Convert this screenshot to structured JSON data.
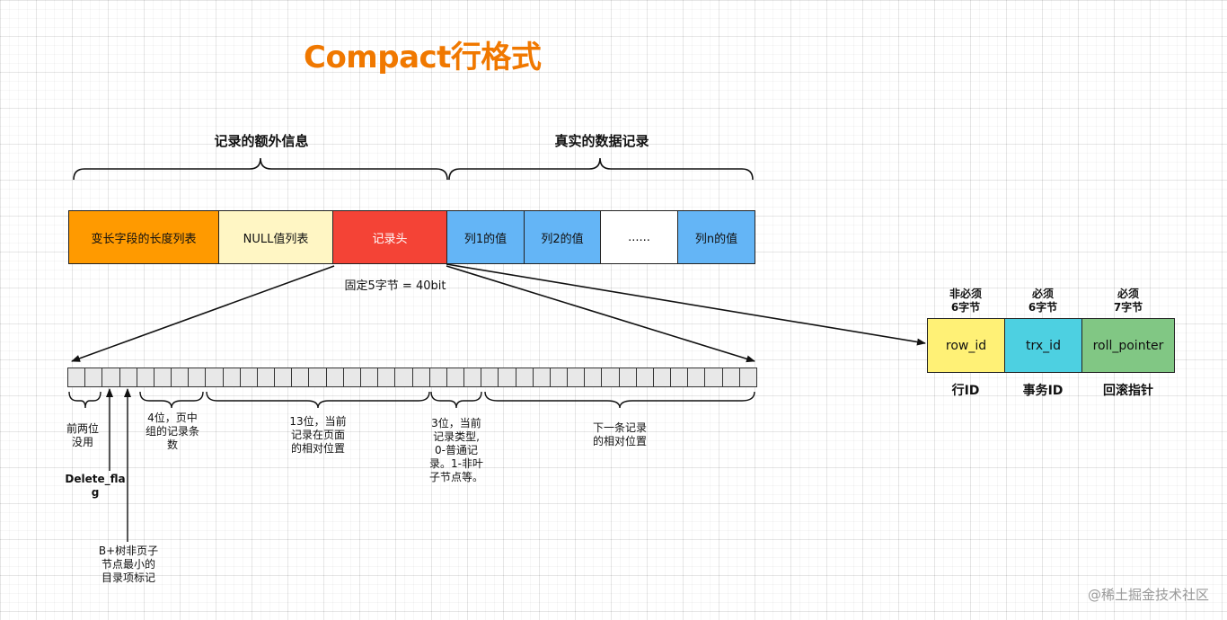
{
  "title": "Compact行格式",
  "sections": {
    "extra": "记录的额外信息",
    "real": "真实的数据记录"
  },
  "record_fields": [
    {
      "label": "变长字段的长度列表",
      "color": "#ff9a00"
    },
    {
      "label": "NULL值列表",
      "color": "#fff6c4"
    },
    {
      "label": "记录头",
      "color": "#f44336"
    },
    {
      "label": "列1的值",
      "color": "#64b5f6"
    },
    {
      "label": "列2的值",
      "color": "#64b5f6"
    },
    {
      "label": "......",
      "color": "#ffffff"
    },
    {
      "label": "列n的值",
      "color": "#64b5f6"
    }
  ],
  "header_note": "固定5字节 = 40bit",
  "hidden_columns": [
    {
      "req_line1": "非必须",
      "req_line2": "6字节",
      "label": "row_id",
      "caption": "行ID",
      "color": "#fff176"
    },
    {
      "req_line1": "必须",
      "req_line2": "6字节",
      "label": "trx_id",
      "caption": "事务ID",
      "color": "#4dd0e1"
    },
    {
      "req_line1": "必须",
      "req_line2": "7字节",
      "label": "roll_pointer",
      "caption": "回滚指针",
      "color": "#81c784"
    }
  ],
  "bit_annotations": {
    "unused": [
      "前两位",
      "没用"
    ],
    "delete_flag": [
      "Delete_fla",
      "g"
    ],
    "min_rec": [
      "B+树非页子",
      "节点最小的",
      "目录项标记"
    ],
    "n_owned": [
      "4位，页中",
      "组的记录条",
      "数"
    ],
    "heap_no": [
      "13位，当前",
      "记录在页面",
      "的相对位置"
    ],
    "record_type": [
      "3位，当前",
      "记录类型,",
      "0-普通记",
      "录。1-非叶",
      "子节点等。"
    ],
    "next_record": [
      "下一条记录",
      "的相对位置"
    ]
  },
  "watermark": "@稀土掘金技术社区"
}
